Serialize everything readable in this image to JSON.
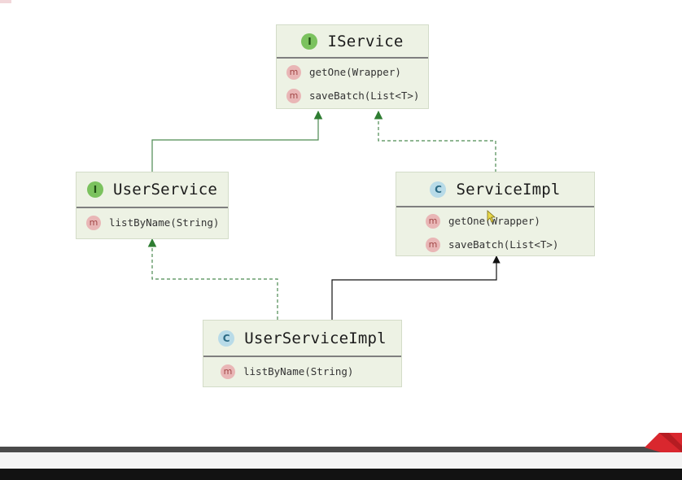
{
  "diagram": {
    "nodes": [
      {
        "id": "iservice",
        "kind": "interface",
        "badge": "I",
        "name": "IService",
        "methods": [
          {
            "badge": "m",
            "signature": "getOne(Wrapper)"
          },
          {
            "badge": "m",
            "signature": "saveBatch(List<T>)"
          }
        ]
      },
      {
        "id": "userservice",
        "kind": "interface",
        "badge": "I",
        "name": "UserService",
        "methods": [
          {
            "badge": "m",
            "signature": "listByName(String)"
          }
        ]
      },
      {
        "id": "serviceimpl",
        "kind": "class",
        "badge": "C",
        "name": "ServiceImpl",
        "methods": [
          {
            "badge": "m",
            "signature": "getOne(Wrapper)"
          },
          {
            "badge": "m",
            "signature": "saveBatch(List<T>)"
          }
        ]
      },
      {
        "id": "userserviceimpl",
        "kind": "class",
        "badge": "C",
        "name": "UserServiceImpl",
        "methods": [
          {
            "badge": "m",
            "signature": "listByName(String)"
          }
        ]
      }
    ],
    "edges": [
      {
        "from": "userservice",
        "to": "iservice",
        "relation": "extends",
        "style": "solid",
        "color": "#2e7d32"
      },
      {
        "from": "serviceimpl",
        "to": "iservice",
        "relation": "implements",
        "style": "dashed",
        "color": "#2e7d32"
      },
      {
        "from": "userserviceimpl",
        "to": "userservice",
        "relation": "implements",
        "style": "dashed",
        "color": "#2e7d32"
      },
      {
        "from": "userserviceimpl",
        "to": "serviceimpl",
        "relation": "extends",
        "style": "solid",
        "color": "#111111"
      }
    ]
  },
  "colors": {
    "node_fill": "#edf2e4",
    "interface_badge": "#7bc25e",
    "class_badge": "#b8dbe8",
    "method_badge": "#e9b6b6",
    "accent_red": "#d9272e"
  }
}
